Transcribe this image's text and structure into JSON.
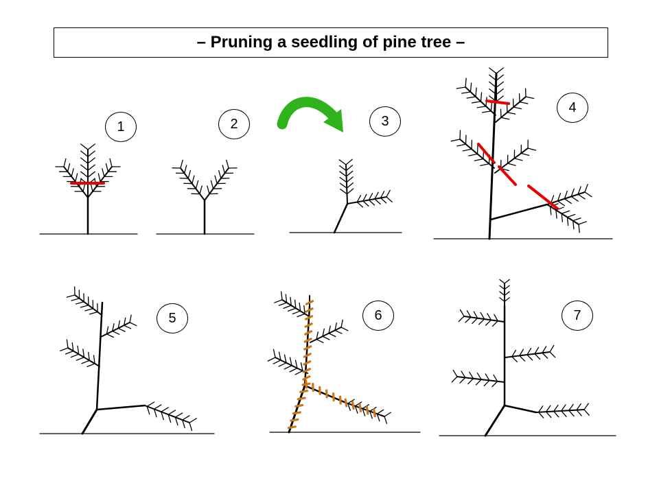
{
  "title": "– Pruning a seedling of pine tree –",
  "steps": [
    {
      "number": "1"
    },
    {
      "number": "2"
    },
    {
      "number": "3"
    },
    {
      "number": "4"
    },
    {
      "number": "5"
    },
    {
      "number": "6"
    },
    {
      "number": "7"
    }
  ],
  "colors": {
    "tree": "#000000",
    "cut_mark": "#e60000",
    "arrow": "#2fb31b",
    "wire": "#c87818",
    "background": "#ffffff"
  }
}
